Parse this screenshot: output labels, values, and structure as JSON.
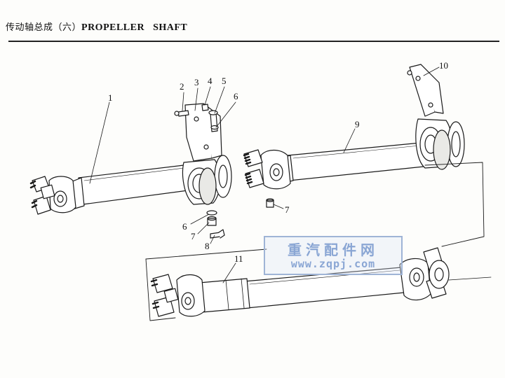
{
  "header": {
    "title_cn": "传动轴总成（六）",
    "title_en": "PROPELLER   SHAFT"
  },
  "callouts": [
    {
      "id": "c1",
      "label": "1"
    },
    {
      "id": "c2",
      "label": "2"
    },
    {
      "id": "c3",
      "label": "3"
    },
    {
      "id": "c4",
      "label": "4"
    },
    {
      "id": "c5",
      "label": "5"
    },
    {
      "id": "c6a",
      "label": "6"
    },
    {
      "id": "c6b",
      "label": "6"
    },
    {
      "id": "c7a",
      "label": "7"
    },
    {
      "id": "c7b",
      "label": "7"
    },
    {
      "id": "c8",
      "label": "8"
    },
    {
      "id": "c9",
      "label": "9"
    },
    {
      "id": "c10",
      "label": "10"
    },
    {
      "id": "c11",
      "label": "11"
    }
  ],
  "watermark": {
    "name": "重汽配件网",
    "url": "www.zqpj.com",
    "color": "#8aa6d4"
  },
  "colors": {
    "ink": "#1a1a1a",
    "paper": "#fdfdfb"
  }
}
